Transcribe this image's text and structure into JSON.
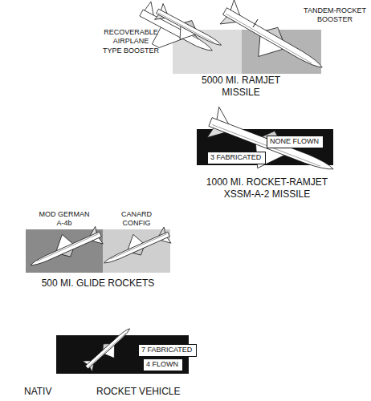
{
  "diagram": {
    "nodes": [
      {
        "text": [
          "5000 MI. RAMJET MISSILE"
        ]
      },
      {
        "text": [
          "1000 MI. ROCKET-RAMJET XSSM-A-2 MISSILE"
        ]
      },
      {
        "text": [
          "NONE FLOWN"
        ],
        "in": 1
      },
      {
        "text": [
          "3 FABRICATED"
        ],
        "in": 1
      },
      {
        "text": [
          "500 MI. GLIDE ROCKETS"
        ]
      },
      {
        "text": [
          "MOD GERMAN A-4b"
        ],
        "in": 4
      },
      {
        "text": [
          "CANARD CONFIG"
        ],
        "in": 4
      },
      {
        "text": [
          "NATIV",
          "ROCKET VEHICLE"
        ]
      },
      {
        "text": [
          "7 FABRICATED"
        ],
        "in": 7
      },
      {
        "text": [
          "4 FLOWN"
        ],
        "in": 7
      }
    ],
    "labels": [
      "RECOVERABLE AIRPLANE TYPE BOOSTER",
      "TANDEM-ROCKET BOOSTER"
    ]
  }
}
